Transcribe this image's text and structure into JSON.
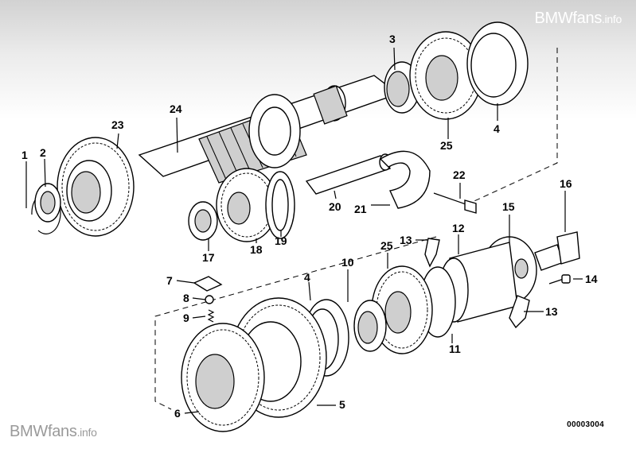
{
  "watermark_top": {
    "brand": "BMWfans",
    "suffix": ".info"
  },
  "watermark_bottom": {
    "brand": "BMWfans",
    "suffix": ".info"
  },
  "reference_number": "00003004",
  "callouts": {
    "c1": "1",
    "c2": "2",
    "c3": "3",
    "c4a": "4",
    "c4b": "4",
    "c5": "5",
    "c6": "6",
    "c7": "7",
    "c8": "8",
    "c9": "9",
    "c10": "10",
    "c11": "11",
    "c12": "12",
    "c13a": "13",
    "c13b": "13",
    "c14": "14",
    "c15": "15",
    "c16": "16",
    "c17": "17",
    "c18": "18",
    "c19": "19",
    "c20": "20",
    "c21": "21",
    "c22": "22",
    "c23": "23",
    "c24": "24",
    "c25a": "25",
    "c25b": "25"
  }
}
